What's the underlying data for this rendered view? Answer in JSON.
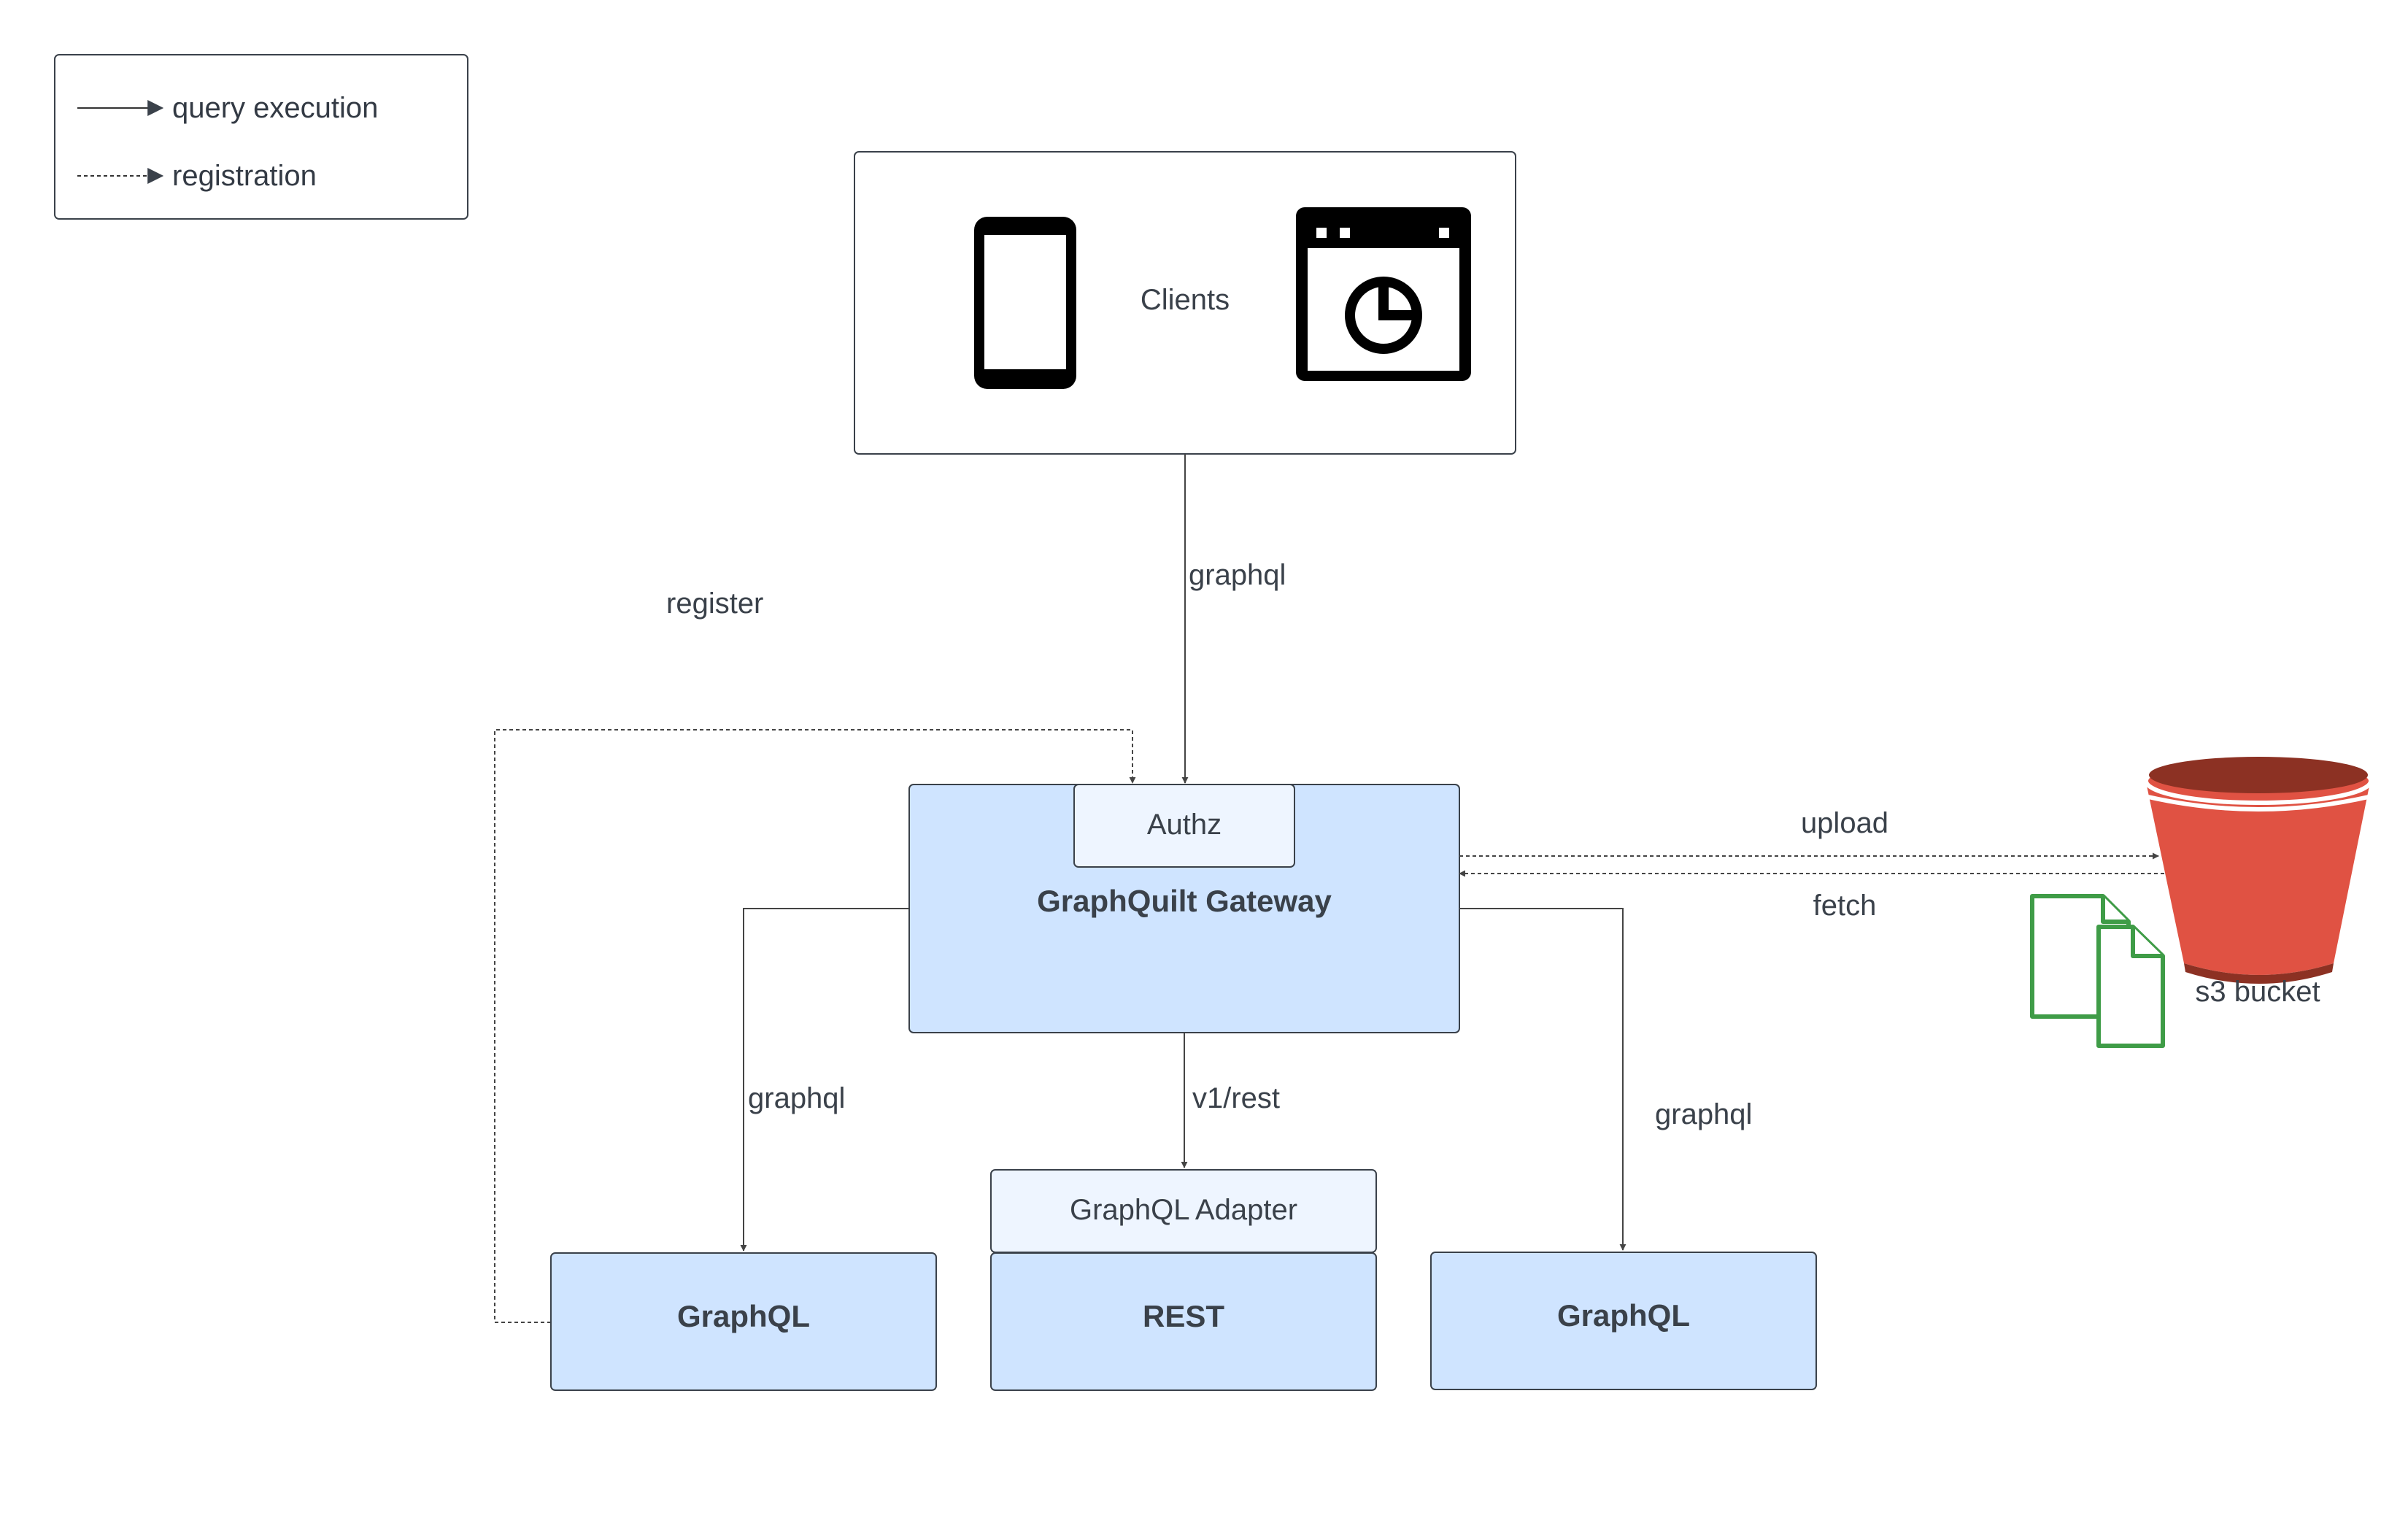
{
  "legend": {
    "query_execution": "query execution",
    "registration": "registration"
  },
  "clients": {
    "label": "Clients",
    "icons": [
      "mobile-phone-icon",
      "browser-dashboard-icon"
    ]
  },
  "edges": {
    "client_to_gateway": "graphql",
    "register": "register",
    "upload": "upload",
    "fetch": "fetch",
    "gateway_to_left": "graphql",
    "gateway_to_adapter": "v1/rest",
    "gateway_to_right": "graphql"
  },
  "gateway": {
    "authz": "Authz",
    "title": "GraphQuilt Gateway"
  },
  "services": {
    "left": "GraphQL",
    "adapter": "GraphQL Adapter",
    "rest": "REST",
    "right": "GraphQL"
  },
  "storage": {
    "label": "s3 bucket",
    "icons": [
      "s3-bucket-icon",
      "documents-icon"
    ]
  },
  "colors": {
    "node_fill": "#cfe4ff",
    "sub_fill": "#eef5ff",
    "line": "#444444",
    "text": "#3a414a",
    "bucket": "#e05243",
    "bucket_dark": "#8c3123",
    "docs": "#3f9c47"
  }
}
